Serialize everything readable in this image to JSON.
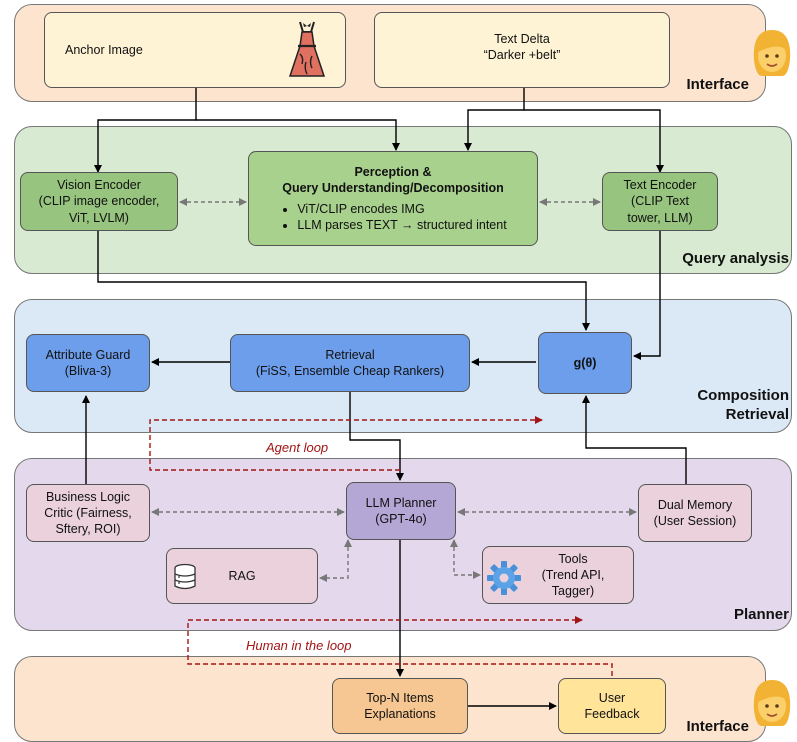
{
  "interface_top": {
    "anchor_image_label": "Anchor Image",
    "text_delta_title": "Text Delta",
    "text_delta_value": "“Darker +belt”",
    "section_label": "Interface"
  },
  "query_analysis": {
    "vision_encoder": {
      "line1": "Vision Encoder",
      "line2": "(CLIP image encoder,",
      "line3": "ViT, LVLM)"
    },
    "perception": {
      "title_line1": "Perception &",
      "title_line2": "Query Understanding/Decomposition",
      "bullets": [
        "ViT/CLIP encodes IMG",
        "LLM parses TEXT → structured intent"
      ]
    },
    "text_encoder": {
      "line1": "Text Encoder",
      "line2": "(CLIP Text",
      "line3": "tower, LLM)"
    },
    "section_label": "Query analysis"
  },
  "composition": {
    "attribute_guard": {
      "line1": "Attribute Guard",
      "line2": "(Bliva-3)"
    },
    "retrieval": {
      "line1": "Retrieval",
      "line2": "(FiSS, Ensemble Cheap Rankers)"
    },
    "g_theta": "g(θ)",
    "section_label_line1": "Composition",
    "section_label_line2": "Retrieval",
    "agent_loop": "Agent loop"
  },
  "planner": {
    "business_logic": {
      "line1": "Business Logic",
      "line2": "Critic (Fairness,",
      "line3": "Sftery, ROI)"
    },
    "llm_planner": {
      "line1": "LLM Planner",
      "line2": "(GPT-4o)"
    },
    "dual_memory": {
      "line1": "Dual Memory",
      "line2": "(User Session)"
    },
    "rag": "RAG",
    "tools": {
      "line1": "Tools",
      "line2": "(Trend API,",
      "line3": "Tagger)"
    },
    "section_label": "Planner",
    "human_loop": "Human in the loop"
  },
  "interface_bottom": {
    "top_n": {
      "line1": "Top-N Items",
      "line2": "Explanations"
    },
    "user_feedback": {
      "line1": "User",
      "line2": "Feedback"
    },
    "section_label": "Interface"
  },
  "colors": {
    "interface_bg": "#fce4cf",
    "query_bg": "#d8ead2",
    "composition_bg": "#dbe8f5",
    "planner_bg": "#e3d8ec",
    "box_green": "#97c47e",
    "box_blue": "#6d9eeb",
    "box_purple": "#b4a7d6",
    "box_pink": "#ead1dc",
    "box_cream": "#fff3d6",
    "box_orange": "#f6c792",
    "box_yellow": "#ffe49a",
    "loop_red": "#a31515"
  },
  "icons": [
    "dress-icon",
    "person-icon",
    "gear-icon",
    "database-icon"
  ]
}
